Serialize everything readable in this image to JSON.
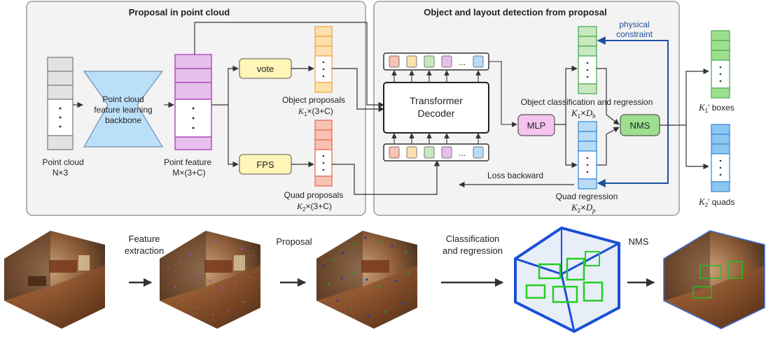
{
  "panels": {
    "proposal_title": "Proposal in point cloud",
    "detection_title": "Object and layout detection from proposal"
  },
  "colors": {
    "panel_fill": "#f3f3f3",
    "panel_stroke": "#9b9b9b",
    "gray": "#e2e2e2",
    "gray_stroke": "#8f8f8f",
    "backbone": "#bcdff8",
    "backbone_stroke": "#6f8fae",
    "purple": "#e6c0ea",
    "purple_stroke": "#b34fc0",
    "yellow": "#fff6b8",
    "yellow_stroke": "#7a7a6a",
    "orange": "#fde0ad",
    "orange_stroke": "#f0a948",
    "red": "#f9c2b3",
    "red_stroke": "#e86f55",
    "green": "#c8e8c2",
    "green_stroke": "#4fae54",
    "blue": "#b9dbf6",
    "blue_stroke": "#3d8fdb",
    "mlp": "#f7c3ef",
    "nms": "#9ddf8e",
    "constraint": "#1f4fa0"
  },
  "labels": {
    "point_cloud": "Point cloud",
    "point_cloud_dim": "N×3",
    "backbone_l1": "Point cloud",
    "backbone_l2": "feature learning",
    "backbone_l3": "backbone",
    "point_feature": "Point feature",
    "point_feature_dim": "M×(3+C)",
    "vote": "vote",
    "fps": "FPS",
    "object_proposals": "Object proposals",
    "obj_prop_K": "K",
    "obj_prop_sub": "1",
    "obj_prop_dim": "×(3+C)",
    "quad_proposals": "Quad proposals",
    "quad_prop_K": "K",
    "quad_prop_sub": "2",
    "quad_prop_dim": "×(3+C)",
    "transformer_l1": "Transformer",
    "transformer_l2": "Decoder",
    "mlp": "MLP",
    "nms": "NMS",
    "physical_l1": "physical",
    "physical_l2": "constraint",
    "obj_cls_reg": "Object classification and regression",
    "obj_cls_K": "K",
    "obj_cls_sub": "1",
    "obj_cls_times": "×",
    "obj_cls_D": "D",
    "obj_cls_Dsub": "b",
    "loss_backward": "Loss backward",
    "quad_reg": "Quad regression",
    "quad_reg_K": "K",
    "quad_reg_sub": "2",
    "quad_reg_times": "×",
    "quad_reg_D": "D",
    "quad_reg_Dsub": "p",
    "boxes_K": "K",
    "boxes_sub": "1",
    "boxes_label": "' boxes",
    "quads_K": "K",
    "quads_sub": "2",
    "quads_label": "' quads",
    "ellipsis": "..."
  },
  "pipeline": {
    "feature_l1": "Feature",
    "feature_l2": "extraction",
    "proposal": "Proposal",
    "class_l1": "Classification",
    "class_l2": "and regression",
    "nms": "NMS"
  }
}
